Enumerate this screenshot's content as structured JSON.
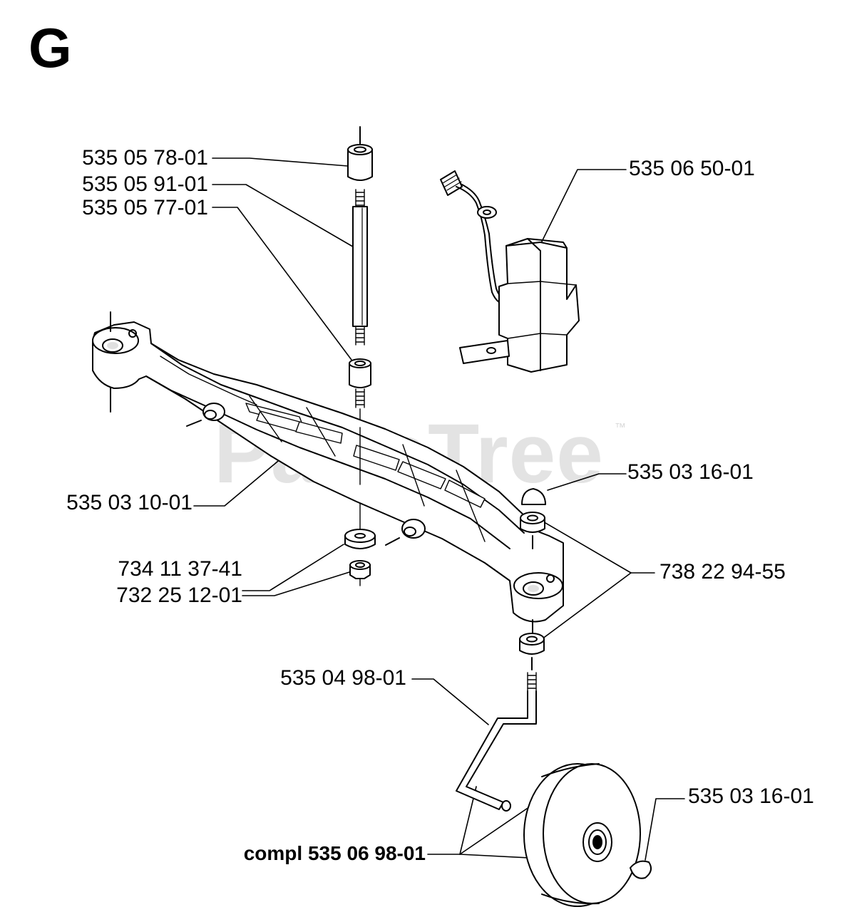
{
  "diagram": {
    "section_letter": "G",
    "watermark": {
      "text": "PartsTree",
      "trademark": "™"
    },
    "part_labels": [
      {
        "id": "p1",
        "text": "535 05 78-01"
      },
      {
        "id": "p2",
        "text": "535 05 91-01"
      },
      {
        "id": "p3",
        "text": "535 05 77-01"
      },
      {
        "id": "p4",
        "text": "535 06 50-01"
      },
      {
        "id": "p5",
        "text": "535 03 16-01"
      },
      {
        "id": "p6",
        "text": "535 03 10-01"
      },
      {
        "id": "p7",
        "text": "734 11 37-41"
      },
      {
        "id": "p8",
        "text": "732 25 12-01"
      },
      {
        "id": "p9",
        "text": "738 22 94-55"
      },
      {
        "id": "p10",
        "text": "535 04 98-01"
      },
      {
        "id": "p11",
        "text": "535 03 16-01"
      },
      {
        "id": "p12",
        "text": "compl 535 06 98-01"
      }
    ]
  }
}
